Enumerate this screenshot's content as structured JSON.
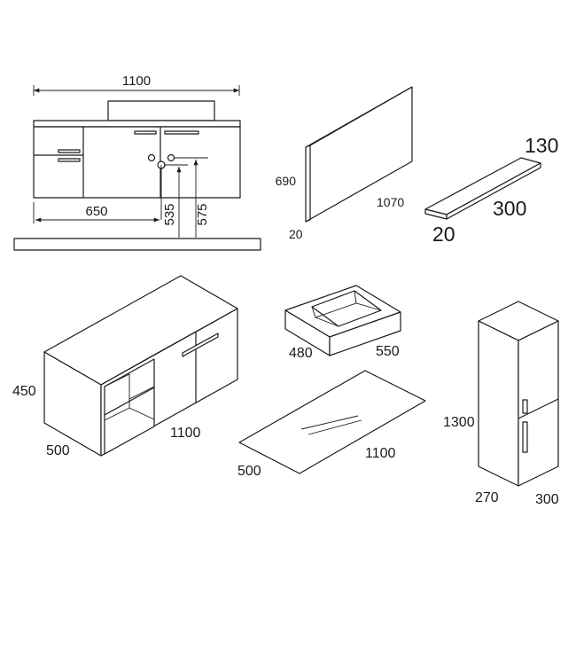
{
  "front_view": {
    "width_label": "1100",
    "offset_label": "650",
    "drain_height_label": "535",
    "supply_height_label": "575"
  },
  "mirror": {
    "height_label": "690",
    "width_label": "1070",
    "depth_label": "20"
  },
  "shelf": {
    "height_label": "130",
    "length_label": "300",
    "thickness_label": "20"
  },
  "cabinet": {
    "height_label": "450",
    "depth_label": "500",
    "width_label": "1100"
  },
  "basin": {
    "depth_label": "480",
    "width_label": "550"
  },
  "glass_top": {
    "depth_label": "500",
    "width_label": "1100"
  },
  "tall_cabinet": {
    "height_label": "1300",
    "depth_label": "270",
    "width_label": "300"
  }
}
